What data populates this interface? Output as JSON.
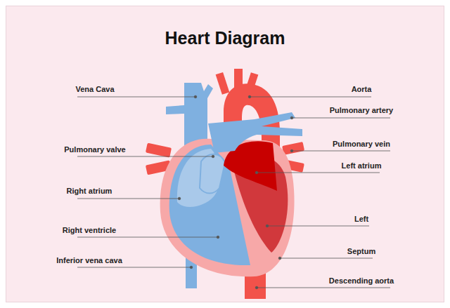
{
  "diagram": {
    "title": "Heart Diagram",
    "labels": [
      "Vena Cava",
      "Aorta",
      "Pulmonary artery",
      "Pulmonary vein",
      "Pulmonary valve",
      "Left atrium",
      "Right atrium",
      "Left",
      "Right ventricle",
      "Septum",
      "Inferior vena cava",
      "Descending aorta"
    ]
  }
}
